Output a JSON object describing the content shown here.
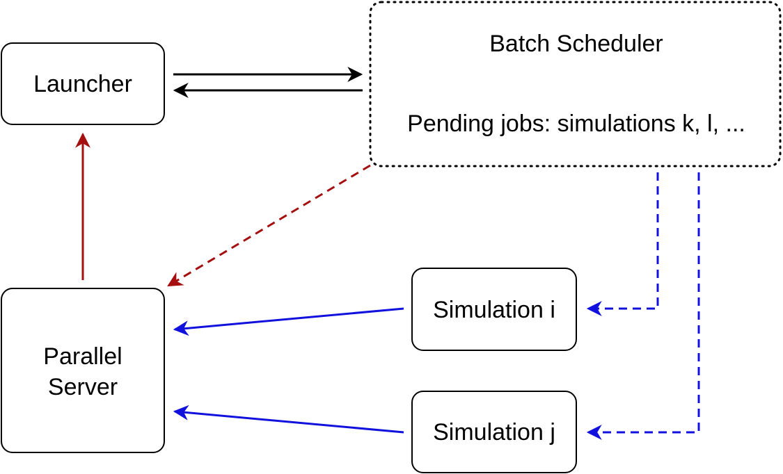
{
  "nodes": {
    "launcher": {
      "label": "Launcher"
    },
    "batch_scheduler": {
      "title": "Batch Scheduler",
      "pending": "Pending jobs: simulations k, l, ..."
    },
    "parallel_server": {
      "line1": "Parallel",
      "line2": "Server"
    },
    "simulation_i": {
      "label": "Simulation i"
    },
    "simulation_j": {
      "label": "Simulation j"
    }
  },
  "colors": {
    "black": "#000000",
    "dark_red": "#a50f0f",
    "blue": "#1111dd"
  }
}
